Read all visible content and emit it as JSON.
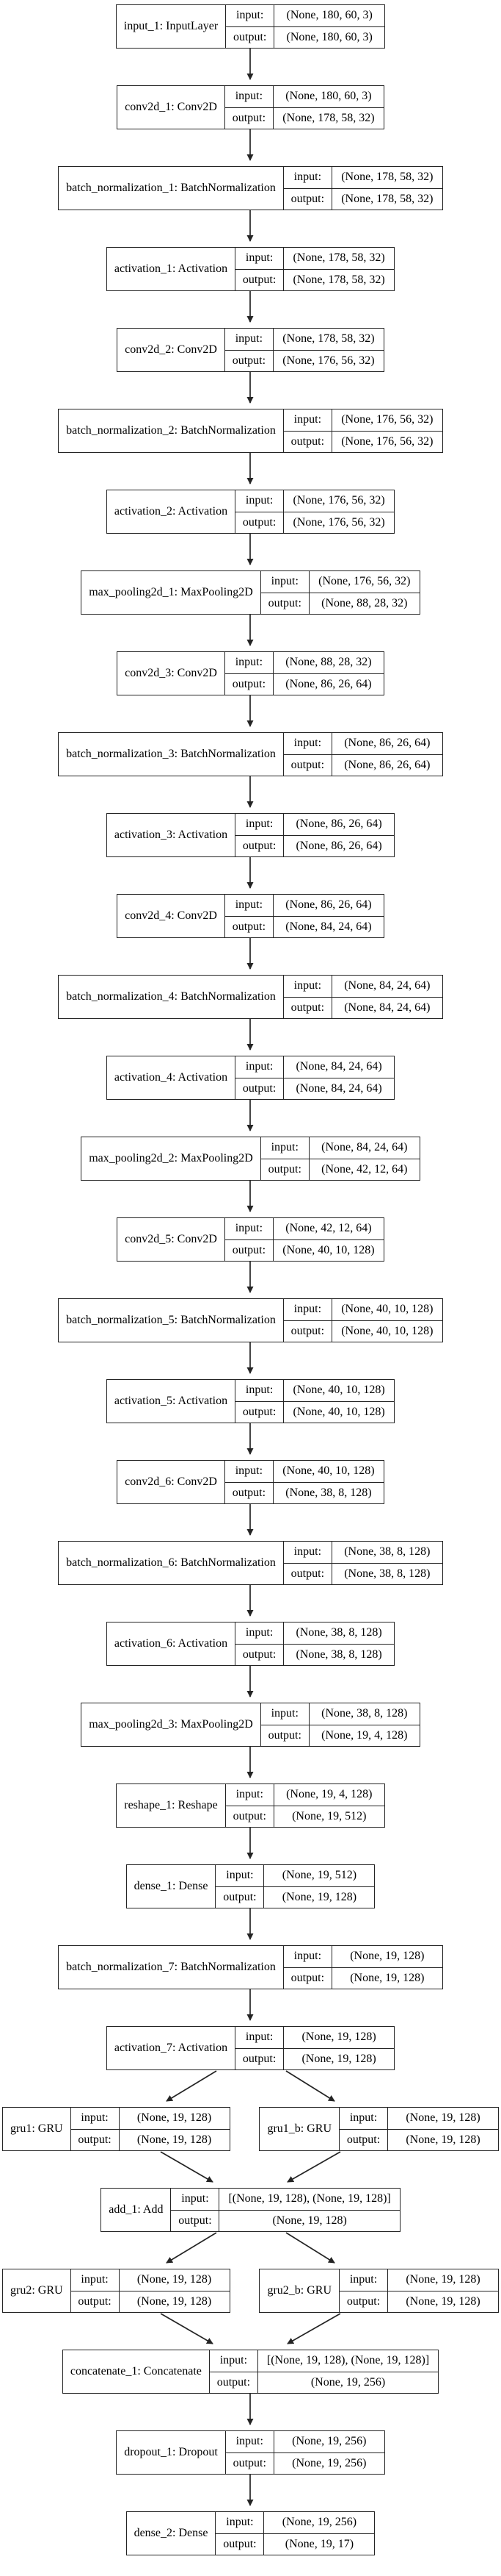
{
  "diagram": {
    "colors": {
      "background": "#ffffff",
      "node_fill": "#ffffff",
      "border": "#242424",
      "edge": "#242424",
      "text": "#000000"
    },
    "io_labels": {
      "input": "input:",
      "output": "output:"
    },
    "rows": [
      {
        "arrow": "down",
        "nodes": [
          {
            "label": "input_1: InputLayer",
            "input": "(None, 180, 60, 3)",
            "output": "(None, 180, 60, 3)"
          }
        ]
      },
      {
        "arrow": "down",
        "nodes": [
          {
            "label": "conv2d_1: Conv2D",
            "input": "(None, 180, 60, 3)",
            "output": "(None, 178, 58, 32)"
          }
        ]
      },
      {
        "arrow": "down",
        "nodes": [
          {
            "label": "batch_normalization_1: BatchNormalization",
            "input": "(None, 178, 58, 32)",
            "output": "(None, 178, 58, 32)"
          }
        ]
      },
      {
        "arrow": "down",
        "nodes": [
          {
            "label": "activation_1: Activation",
            "input": "(None, 178, 58, 32)",
            "output": "(None, 178, 58, 32)"
          }
        ]
      },
      {
        "arrow": "down",
        "nodes": [
          {
            "label": "conv2d_2: Conv2D",
            "input": "(None, 178, 58, 32)",
            "output": "(None, 176, 56, 32)"
          }
        ]
      },
      {
        "arrow": "down",
        "nodes": [
          {
            "label": "batch_normalization_2: BatchNormalization",
            "input": "(None, 176, 56, 32)",
            "output": "(None, 176, 56, 32)"
          }
        ]
      },
      {
        "arrow": "down",
        "nodes": [
          {
            "label": "activation_2: Activation",
            "input": "(None, 176, 56, 32)",
            "output": "(None, 176, 56, 32)"
          }
        ]
      },
      {
        "arrow": "down",
        "nodes": [
          {
            "label": "max_pooling2d_1: MaxPooling2D",
            "input": "(None, 176, 56, 32)",
            "output": "(None, 88, 28, 32)"
          }
        ]
      },
      {
        "arrow": "down",
        "nodes": [
          {
            "label": "conv2d_3: Conv2D",
            "input": "(None, 88, 28, 32)",
            "output": "(None, 86, 26, 64)"
          }
        ]
      },
      {
        "arrow": "down",
        "nodes": [
          {
            "label": "batch_normalization_3: BatchNormalization",
            "input": "(None, 86, 26, 64)",
            "output": "(None, 86, 26, 64)"
          }
        ]
      },
      {
        "arrow": "down",
        "nodes": [
          {
            "label": "activation_3: Activation",
            "input": "(None, 86, 26, 64)",
            "output": "(None, 86, 26, 64)"
          }
        ]
      },
      {
        "arrow": "down",
        "nodes": [
          {
            "label": "conv2d_4: Conv2D",
            "input": "(None, 86, 26, 64)",
            "output": "(None, 84, 24, 64)"
          }
        ]
      },
      {
        "arrow": "down",
        "nodes": [
          {
            "label": "batch_normalization_4: BatchNormalization",
            "input": "(None, 84, 24, 64)",
            "output": "(None, 84, 24, 64)"
          }
        ]
      },
      {
        "arrow": "down",
        "nodes": [
          {
            "label": "activation_4: Activation",
            "input": "(None, 84, 24, 64)",
            "output": "(None, 84, 24, 64)"
          }
        ]
      },
      {
        "arrow": "down",
        "nodes": [
          {
            "label": "max_pooling2d_2: MaxPooling2D",
            "input": "(None, 84, 24, 64)",
            "output": "(None, 42, 12, 64)"
          }
        ]
      },
      {
        "arrow": "down",
        "nodes": [
          {
            "label": "conv2d_5: Conv2D",
            "input": "(None, 42, 12, 64)",
            "output": "(None, 40, 10, 128)"
          }
        ]
      },
      {
        "arrow": "down",
        "nodes": [
          {
            "label": "batch_normalization_5: BatchNormalization",
            "input": "(None, 40, 10, 128)",
            "output": "(None, 40, 10, 128)"
          }
        ]
      },
      {
        "arrow": "down",
        "nodes": [
          {
            "label": "activation_5: Activation",
            "input": "(None, 40, 10, 128)",
            "output": "(None, 40, 10, 128)"
          }
        ]
      },
      {
        "arrow": "down",
        "nodes": [
          {
            "label": "conv2d_6: Conv2D",
            "input": "(None, 40, 10, 128)",
            "output": "(None, 38, 8, 128)"
          }
        ]
      },
      {
        "arrow": "down",
        "nodes": [
          {
            "label": "batch_normalization_6: BatchNormalization",
            "input": "(None, 38, 8, 128)",
            "output": "(None, 38, 8, 128)"
          }
        ]
      },
      {
        "arrow": "down",
        "nodes": [
          {
            "label": "activation_6: Activation",
            "input": "(None, 38, 8, 128)",
            "output": "(None, 38, 8, 128)"
          }
        ]
      },
      {
        "arrow": "down",
        "nodes": [
          {
            "label": "max_pooling2d_3: MaxPooling2D",
            "input": "(None, 38, 8, 128)",
            "output": "(None, 19, 4, 128)"
          }
        ]
      },
      {
        "arrow": "down",
        "nodes": [
          {
            "label": "reshape_1: Reshape",
            "input": "(None, 19, 4, 128)",
            "output": "(None, 19, 512)"
          }
        ]
      },
      {
        "arrow": "down",
        "nodes": [
          {
            "label": "dense_1: Dense",
            "input": "(None, 19, 512)",
            "output": "(None, 19, 128)"
          }
        ]
      },
      {
        "arrow": "down",
        "nodes": [
          {
            "label": "batch_normalization_7: BatchNormalization",
            "input": "(None, 19, 128)",
            "output": "(None, 19, 128)"
          }
        ]
      },
      {
        "arrow": "split",
        "nodes": [
          {
            "label": "activation_7: Activation",
            "input": "(None, 19, 128)",
            "output": "(None, 19, 128)"
          }
        ]
      },
      {
        "arrow": "merge",
        "nodes": [
          {
            "label": "gru1: GRU",
            "input": "(None, 19, 128)",
            "output": "(None, 19, 128)"
          },
          {
            "label": "gru1_b: GRU",
            "input": "(None, 19, 128)",
            "output": "(None, 19, 128)"
          }
        ]
      },
      {
        "arrow": "split",
        "nodes": [
          {
            "label": "add_1: Add",
            "input": "[(None, 19, 128), (None, 19, 128)]",
            "output": "(None, 19, 128)"
          }
        ]
      },
      {
        "arrow": "merge",
        "nodes": [
          {
            "label": "gru2: GRU",
            "input": "(None, 19, 128)",
            "output": "(None, 19, 128)"
          },
          {
            "label": "gru2_b: GRU",
            "input": "(None, 19, 128)",
            "output": "(None, 19, 128)"
          }
        ]
      },
      {
        "arrow": "down",
        "nodes": [
          {
            "label": "concatenate_1: Concatenate",
            "input": "[(None, 19, 128), (None, 19, 128)]",
            "output": "(None, 19, 256)"
          }
        ]
      },
      {
        "arrow": "down",
        "nodes": [
          {
            "label": "dropout_1: Dropout",
            "input": "(None, 19, 256)",
            "output": "(None, 19, 256)"
          }
        ]
      },
      {
        "arrow": "none",
        "nodes": [
          {
            "label": "dense_2: Dense",
            "input": "(None, 19, 256)",
            "output": "(None, 19, 17)"
          }
        ]
      }
    ]
  }
}
